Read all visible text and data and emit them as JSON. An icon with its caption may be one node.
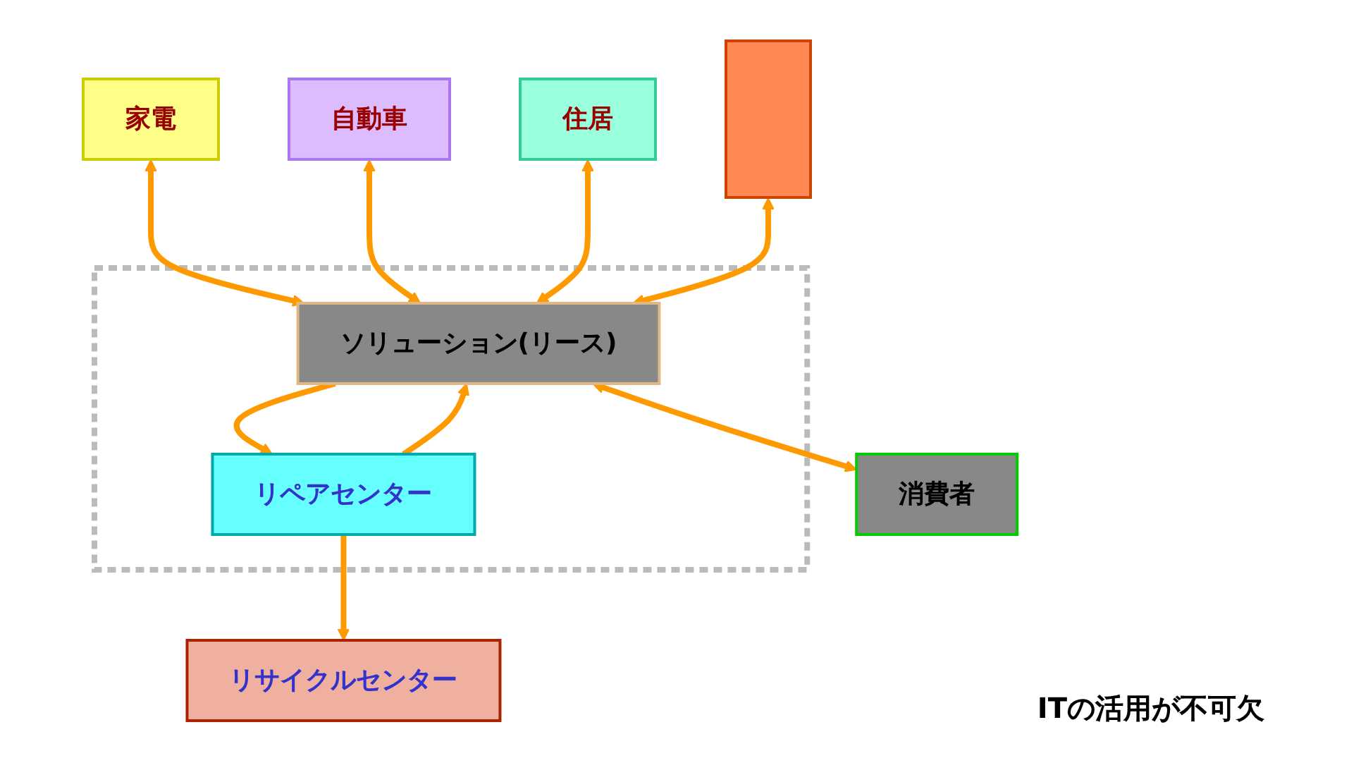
{
  "diagram": {
    "nodes": [
      {
        "text": [
          "家電"
        ]
      },
      {
        "text": [
          "自動車"
        ]
      },
      {
        "text": [
          "住居"
        ]
      },
      {
        "text": [],
        "shape": "bar"
      },
      {
        "text": [],
        "shape": "box"
      },
      {
        "text": [
          "ソリューション(リース)"
        ],
        "in": 4
      },
      {
        "text": [
          "リペアセンター"
        ],
        "in": 4
      },
      {
        "text": [
          "リサイクルセンター"
        ]
      },
      {
        "text": [
          "消費者"
        ]
      }
    ],
    "edges": [
      {
        "from": 0,
        "to": 5,
        "arrow": "both"
      },
      {
        "from": 1,
        "to": 5,
        "arrow": "both"
      },
      {
        "from": 2,
        "to": 5,
        "arrow": "both"
      },
      {
        "from": 3,
        "to": 5,
        "arrow": "both"
      },
      {
        "from": 5,
        "to": 6,
        "arrow": "to"
      },
      {
        "from": 6,
        "to": 7,
        "arrow": "to"
      },
      {
        "from": 6,
        "to": 5,
        "arrow": "to"
      },
      {
        "from": 5,
        "to": 8,
        "arrow": "both"
      }
    ],
    "labels": [
      "ITの活用が不可欠"
    ]
  }
}
